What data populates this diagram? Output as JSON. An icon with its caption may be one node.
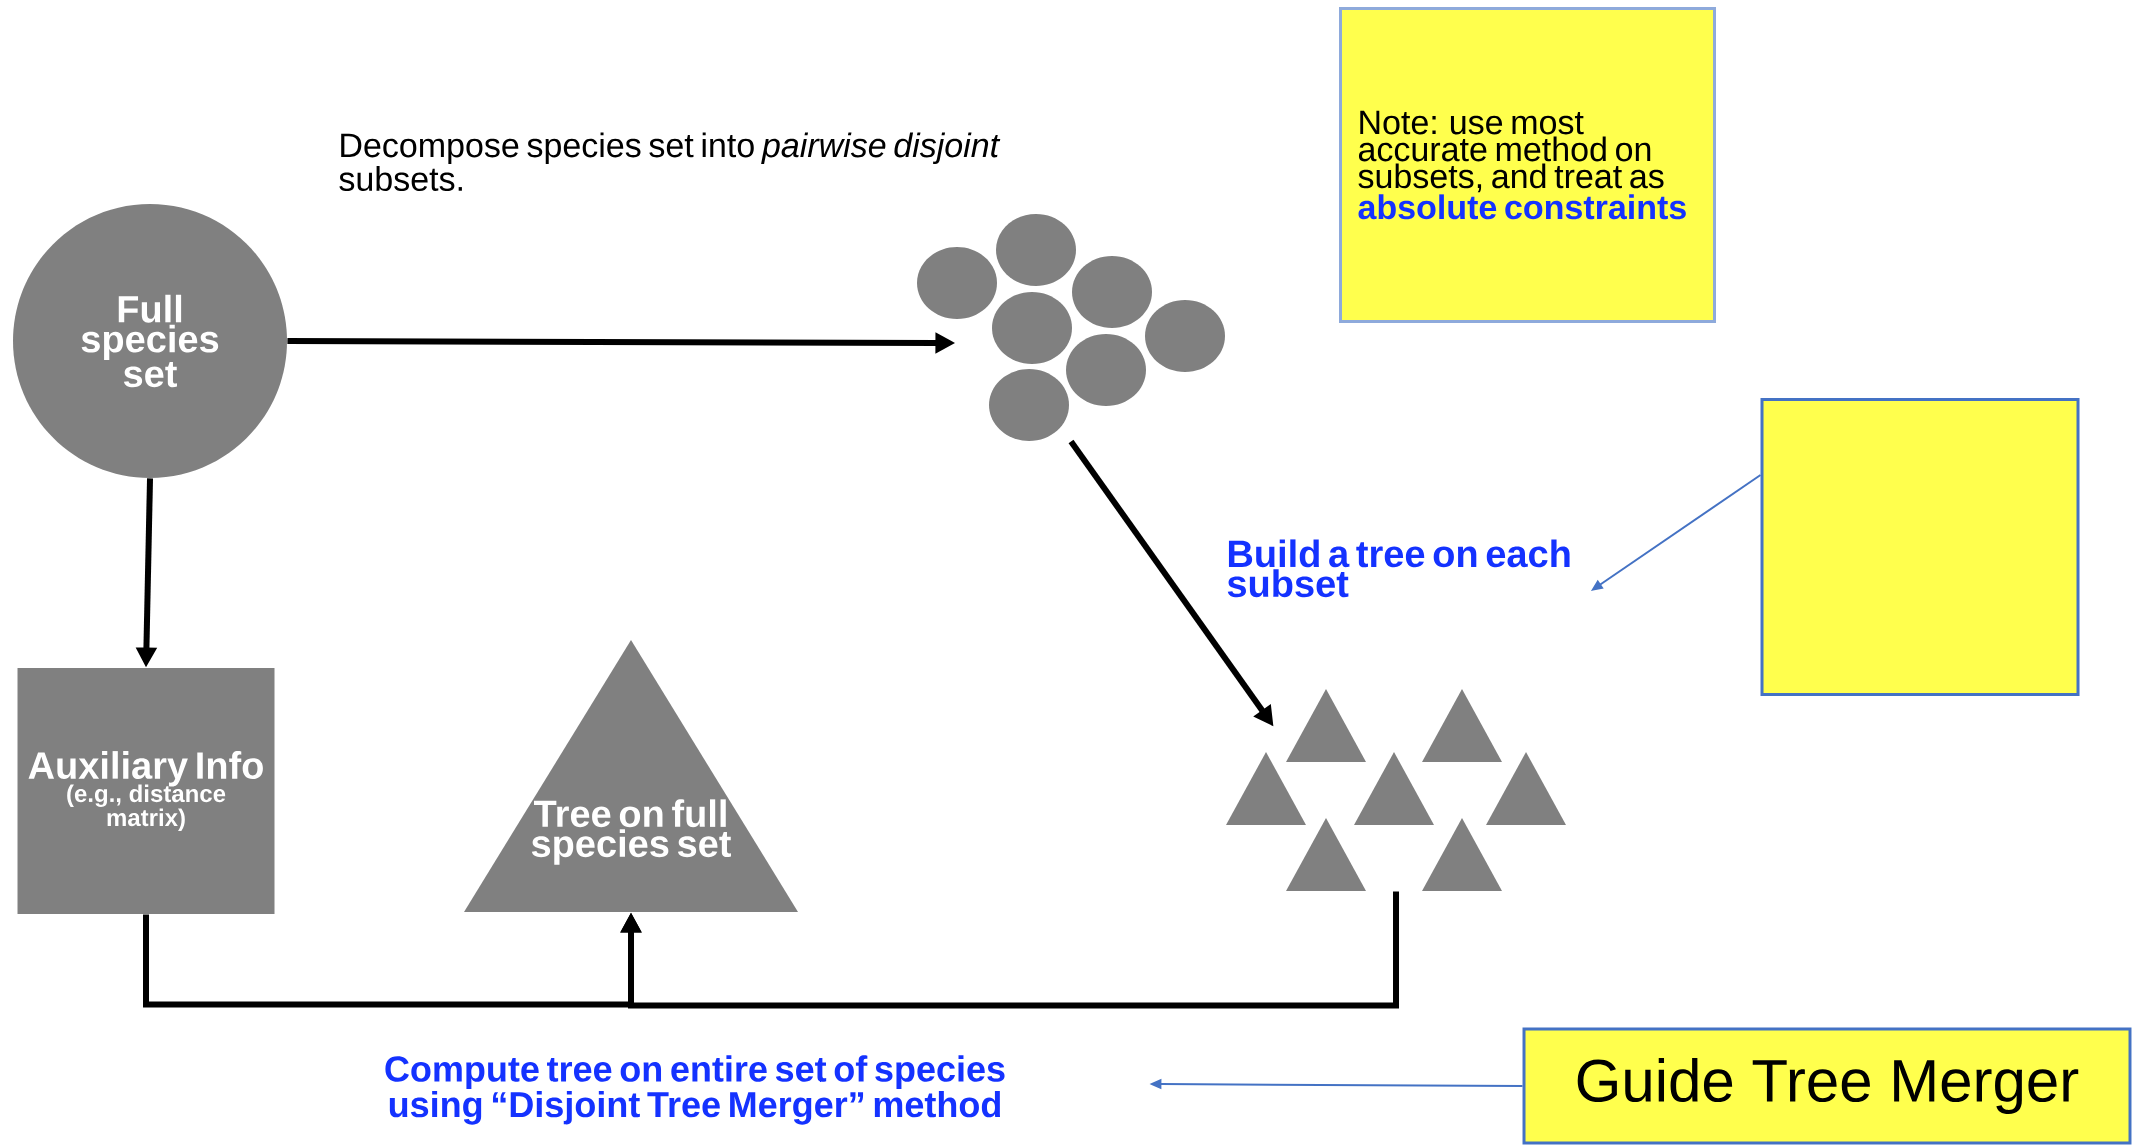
{
  "diagram": {
    "nodes": [
      {
        "text": [
          "Full species set"
        ]
      },
      {
        "text": [
          "Note: use most accurate method on subsets, and treat as",
          "absolute constraints"
        ]
      },
      {
        "text": [],
        "shape": "circles"
      },
      {
        "text": [],
        "shape": "box"
      },
      {
        "text": [
          "Build a tree on each subset"
        ]
      },
      {
        "text": [],
        "shape": "triangles"
      },
      {
        "text": [
          "Auxiliary Info",
          "(e.g., distance matrix)"
        ]
      },
      {
        "text": [
          "Tree on full species set"
        ]
      },
      {
        "text": [
          "Guide Tree Merger"
        ]
      },
      {
        "text": [
          "Compute tree on entire set of species using “Disjoint Tree Merger” method"
        ]
      }
    ],
    "edges": [
      {
        "from": 0,
        "to": 2,
        "arrow": "to",
        "label": "Decompose species set into *pairwise disjoint* subsets."
      },
      {
        "from": 2,
        "to": 5,
        "arrow": "to"
      },
      {
        "from": 0,
        "to": 6,
        "arrow": "to"
      },
      {
        "from": 6,
        "to": 7,
        "arrow": "to"
      },
      {
        "from": 5,
        "to": 7,
        "arrow": "to"
      },
      {
        "from": 3,
        "to": 4,
        "arrow": "to",
        "color": "#4472c4"
      },
      {
        "from": 8,
        "to": 9,
        "arrow": "to",
        "color": "#4472c4"
      }
    ]
  }
}
